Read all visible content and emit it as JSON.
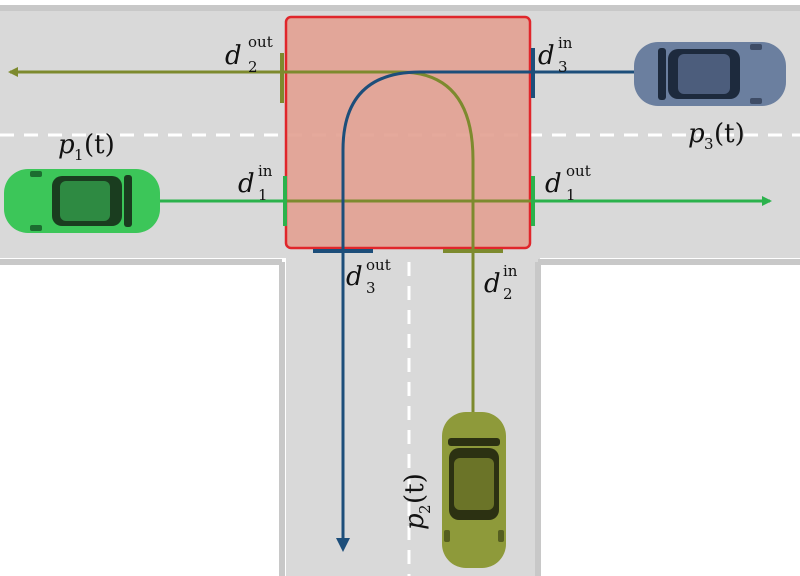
{
  "colors": {
    "road": "#d9d9d9",
    "road_edge": "#c8c8c8",
    "lane_marking": "#ffffff",
    "intersection_fill": "#e3a294",
    "intersection_stroke": "#e0262b",
    "vehicle_1": "#2bb24c",
    "vehicle_2": "#7d8a2e",
    "vehicle_3": "#1d4e7a",
    "car_1_body": "#3cc659",
    "car_2_body": "#8e9a3a",
    "car_3_body": "#6b7f9f"
  },
  "labels": {
    "d1_in": {
      "base": "d",
      "sub": "1",
      "sup": "in"
    },
    "d1_out": {
      "base": "d",
      "sub": "1",
      "sup": "out"
    },
    "d2_in": {
      "base": "d",
      "sub": "2",
      "sup": "in"
    },
    "d2_out": {
      "base": "d",
      "sub": "2",
      "sup": "out"
    },
    "d3_in": {
      "base": "d",
      "sub": "3",
      "sup": "in"
    },
    "d3_out": {
      "base": "d",
      "sub": "3",
      "sup": "out"
    },
    "p1": {
      "base": "p",
      "sub": "1",
      "arg": "(t)"
    },
    "p2": {
      "base": "p",
      "sub": "2",
      "arg": "(t)"
    },
    "p3": {
      "base": "p",
      "sub": "3",
      "arg": "(t)"
    }
  },
  "icons": {
    "car_1": "car-top-view-icon",
    "car_2": "car-top-view-icon",
    "car_3": "car-top-view-icon"
  }
}
